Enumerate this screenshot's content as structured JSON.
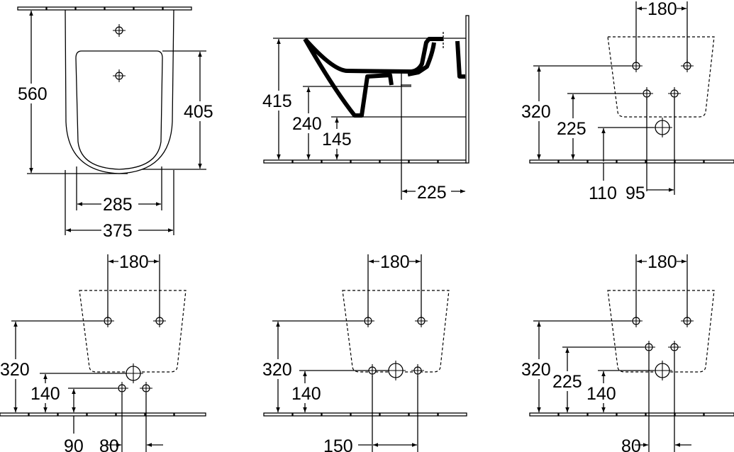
{
  "views": {
    "front": {
      "height_total": "560",
      "bowl_height": "405",
      "inner_width": "285",
      "outer_width": "375"
    },
    "side": {
      "height_rim": "415",
      "height_outlet": "240",
      "height_bottom": "145",
      "outlet_distance": "225"
    },
    "rear_1": {
      "fix_spacing": "180",
      "fix_height": "320",
      "water_height": "225",
      "waste_height": "110",
      "waste_offset": "95"
    },
    "rear_2": {
      "fix_spacing": "180",
      "fix_height": "320",
      "waste_height": "140",
      "water_height": "90",
      "water_spacing": "80"
    },
    "rear_3": {
      "fix_spacing": "180",
      "fix_height": "320",
      "waste_height": "140",
      "water_spacing": "150"
    },
    "rear_4": {
      "fix_spacing": "180",
      "fix_height": "320",
      "water_height": "225",
      "waste_height": "140",
      "water_spacing": "80"
    }
  }
}
